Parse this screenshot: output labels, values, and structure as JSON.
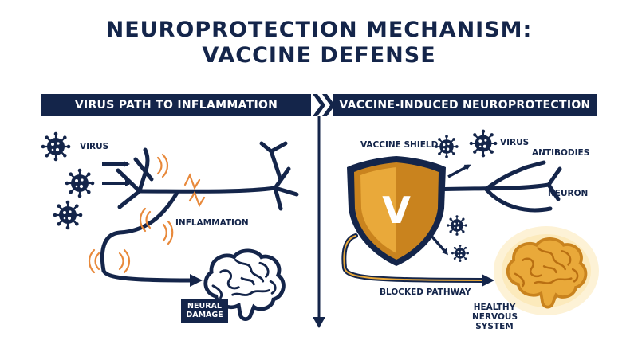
{
  "title": {
    "line1": "NEUROPROTECTION MECHANISM:",
    "line2": "VACCINE DEFENSE"
  },
  "left_panel": {
    "heading": "VIRUS PATH TO INFLAMMATION",
    "virus_label": "VIRUS",
    "inflammation_label": "INFLAMMATION",
    "damage_label_line1": "NEURAL",
    "damage_label_line2": "DAMAGE"
  },
  "right_panel": {
    "heading": "VACCINE-INDUCED NEUROPROTECTION",
    "shield_label": "VACCINE SHIELD",
    "shield_letter": "V",
    "virus_label": "VIRUS",
    "antibodies_label": "ANTIBODIES",
    "neuron_label": "NEURON",
    "blocked_label": "BLOCKED PATHWAY",
    "healthy_line1": "HEALTHY",
    "healthy_line2": "NERVOUS",
    "healthy_line3": "SYSTEM"
  },
  "colors": {
    "navy": "#14254a",
    "orange": "#e8893b",
    "gold": "#e9a93a",
    "gold_dark": "#c9831e",
    "glow": "#fbe7b5"
  }
}
